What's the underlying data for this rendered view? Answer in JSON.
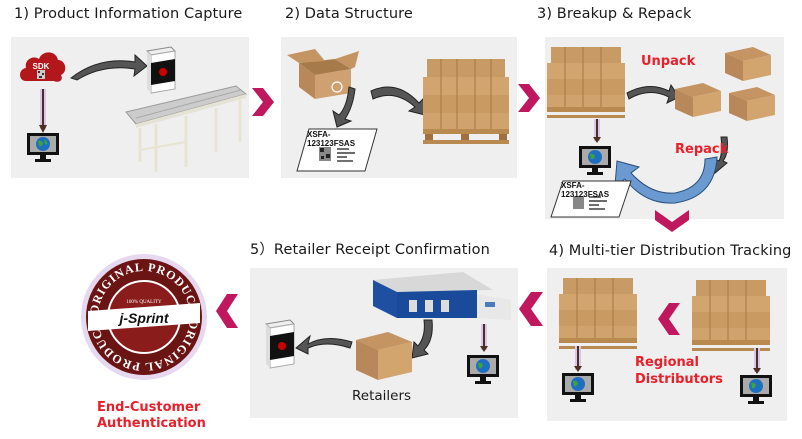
{
  "colors": {
    "accent_chevron": "#c0185f",
    "red_label": "#e8202a",
    "panel_bg": "#efefef",
    "seal_dark": "#6b1414"
  },
  "steps": [
    {
      "title": "1) Product Information Capture",
      "icons": [
        "sdk-cloud-icon",
        "monitor-globe-icon",
        "product-box-icon",
        "conveyor-icon"
      ],
      "cloud_label": "SDK"
    },
    {
      "title": "2) Data Structure",
      "icons": [
        "open-box-icon",
        "label-card-icon",
        "pallet-icon"
      ],
      "label_code": "XSFA-123123FSAS"
    },
    {
      "title": "3) Breakup & Repack",
      "unpack_label": "Unpack",
      "repack_label": "Repack",
      "label_code": "XSFA-123123FSAS"
    },
    {
      "title": "4) Multi-tier Distribution Tracking",
      "distributors_label_line1": "Regional",
      "distributors_label_line2": "Distributors"
    },
    {
      "title": "5）Retailer Receipt Confirmation",
      "retailers_label": "Retailers"
    }
  ],
  "final": {
    "seal_top_text": "ORIGINAL PRODUCT",
    "seal_bottom_text": "ORIGINAL PRODUCT",
    "seal_quality": "100% QUALITY",
    "seal_brand": "j-Sprint",
    "caption_line1": "End-Customer",
    "caption_line2": "Authentication"
  }
}
